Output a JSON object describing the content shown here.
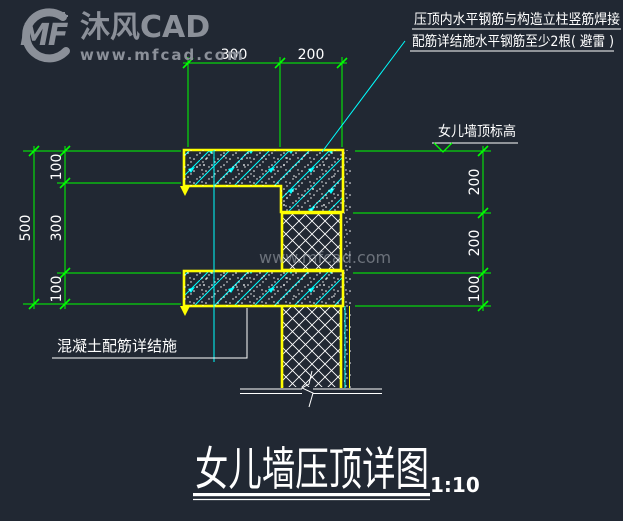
{
  "logo": {
    "mf": "MF",
    "brand": "沐风CAD",
    "site": "www.mfcad.com"
  },
  "watermark": {
    "text": "www.mfcad.com"
  },
  "annotation": {
    "line1": "压顶内水平钢筋与构造立柱竖筋焊接",
    "line2": "配筋详结施水平钢筋至少2根( 避雷 )"
  },
  "labels": {
    "elevation": "女儿墙顶标高",
    "rebar": "混凝土配筋详结施"
  },
  "title": {
    "text": "女儿墙压顶详图",
    "scale": "1:10"
  },
  "dims": {
    "top": [
      "300",
      "200"
    ],
    "left_total": "500",
    "left": [
      "100",
      "300",
      "100"
    ],
    "right": [
      "200",
      "200",
      "100"
    ]
  },
  "colors": {
    "background": "#212833",
    "outline_yellow": "#ffff00",
    "dimension_green": "#00ff00",
    "hatch_cyan": "#00ffff",
    "text_white": "#ffffff",
    "logo_gray": "#8b9099"
  }
}
